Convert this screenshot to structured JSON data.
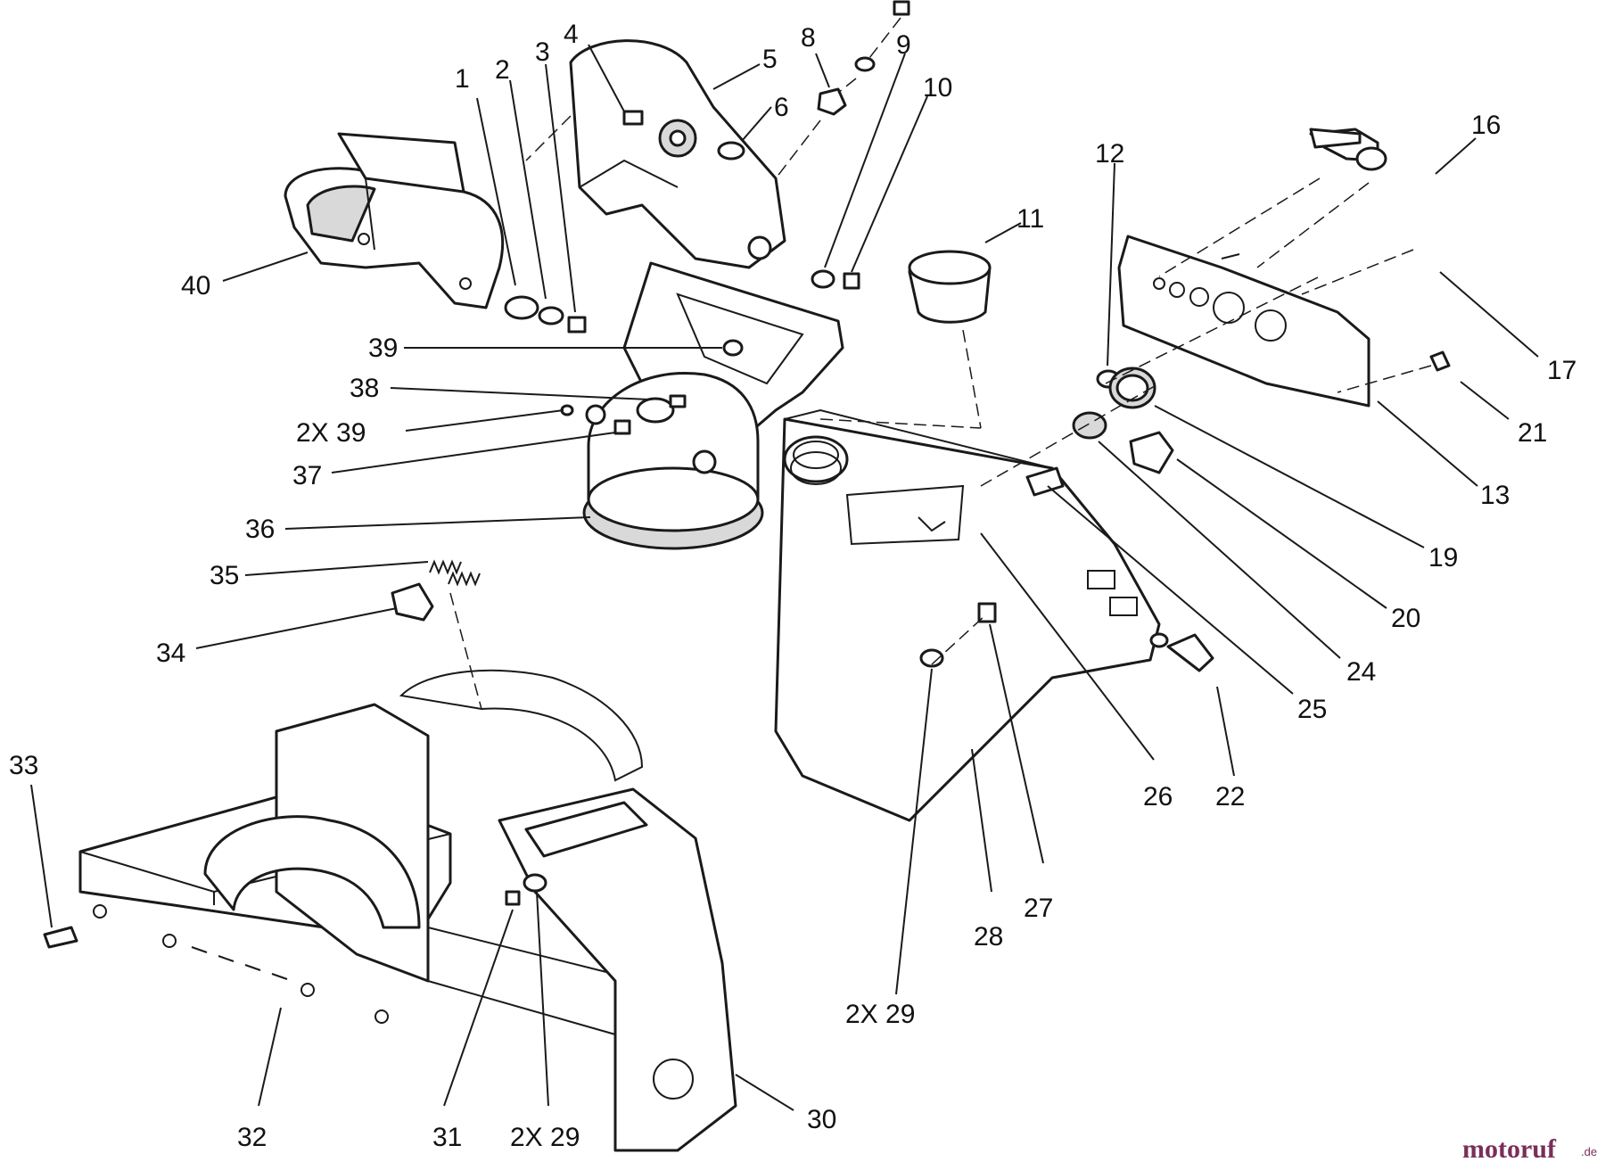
{
  "diagram": {
    "callouts": [
      {
        "id": "1",
        "text": "1"
      },
      {
        "id": "2",
        "text": "2"
      },
      {
        "id": "3",
        "text": "3"
      },
      {
        "id": "4",
        "text": "4"
      },
      {
        "id": "5",
        "text": "5"
      },
      {
        "id": "6",
        "text": "6"
      },
      {
        "id": "8",
        "text": "8"
      },
      {
        "id": "9",
        "text": "9"
      },
      {
        "id": "10",
        "text": "10"
      },
      {
        "id": "11",
        "text": "11"
      },
      {
        "id": "12",
        "text": "12"
      },
      {
        "id": "13",
        "text": "13"
      },
      {
        "id": "16",
        "text": "16"
      },
      {
        "id": "17",
        "text": "17"
      },
      {
        "id": "19",
        "text": "19"
      },
      {
        "id": "20",
        "text": "20"
      },
      {
        "id": "21",
        "text": "21"
      },
      {
        "id": "22",
        "text": "22"
      },
      {
        "id": "24",
        "text": "24"
      },
      {
        "id": "25",
        "text": "25"
      },
      {
        "id": "26",
        "text": "26"
      },
      {
        "id": "27",
        "text": "27"
      },
      {
        "id": "28",
        "text": "28"
      },
      {
        "id": "29a",
        "text": "2X 29"
      },
      {
        "id": "29b",
        "text": "2X 29"
      },
      {
        "id": "30",
        "text": "30"
      },
      {
        "id": "31",
        "text": "31"
      },
      {
        "id": "32",
        "text": "32"
      },
      {
        "id": "33",
        "text": "33"
      },
      {
        "id": "34",
        "text": "34"
      },
      {
        "id": "35",
        "text": "35"
      },
      {
        "id": "36",
        "text": "36"
      },
      {
        "id": "37",
        "text": "37"
      },
      {
        "id": "38",
        "text": "38"
      },
      {
        "id": "39a",
        "text": "39"
      },
      {
        "id": "39b",
        "text": "2X 39"
      },
      {
        "id": "40",
        "text": "40"
      }
    ]
  },
  "watermark": {
    "main": "motoruf",
    "suffix": ".de"
  }
}
